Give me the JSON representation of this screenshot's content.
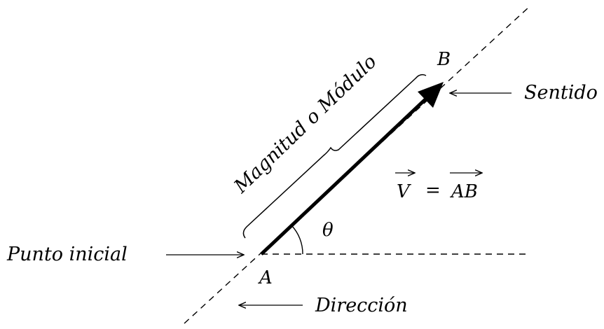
{
  "labels": {
    "magnitude": "Magnitud o Módulo",
    "point_b": "B",
    "point_a": "A",
    "sense": "Sentido",
    "initial_point": "Punto inicial",
    "direction": "Dirección",
    "angle": "θ",
    "equation_v": "V",
    "equation_eq": "=",
    "equation_ab": "AB"
  },
  "colors": {
    "ink": "#000000"
  }
}
